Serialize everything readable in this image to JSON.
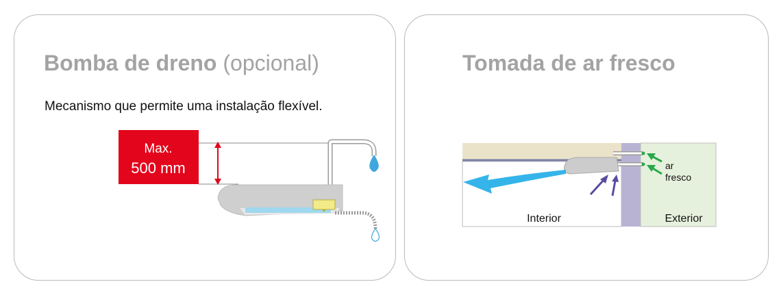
{
  "left_panel": {
    "title_bold": "Bomba de dreno",
    "title_light": " (opcional)",
    "subtitle": "Mecanismo que permite uma instalação flexível.",
    "badge_line1": "Max.",
    "badge_line2": "500 mm",
    "badge_color": "#e3051b"
  },
  "right_panel": {
    "title": "Tomada de ar fresco",
    "label_air_line1": "ar",
    "label_air_line2": "fresco",
    "label_interior": "Interior",
    "label_exterior": "Exterior",
    "airflow_color": "#35b4ea",
    "fresh_air_arrow_color": "#2aa84a",
    "return_air_arrow_color": "#5b4ba0"
  }
}
